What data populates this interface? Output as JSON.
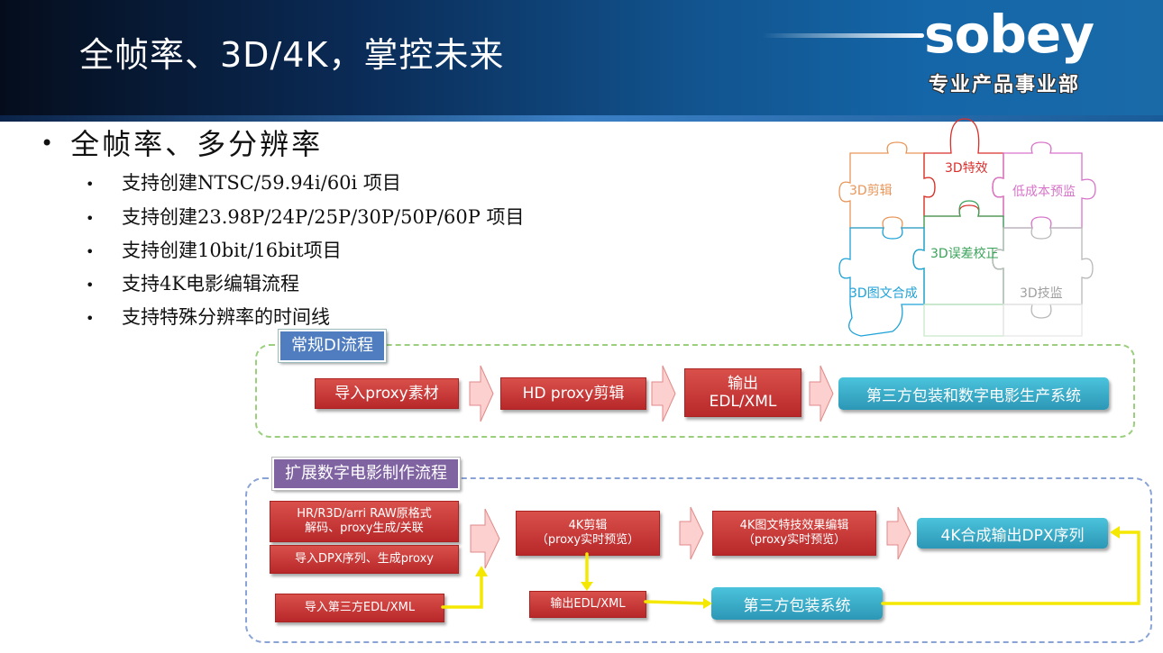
{
  "header": {
    "title": "全帧率、3D/4K，掌控未来",
    "logo": "sobey",
    "department": "专业产品事业部"
  },
  "bullets": {
    "main": "全帧率、多分辨率",
    "subs": [
      "支持创建NTSC/59.94i/60i 项目",
      "支持创建23.98P/24P/25P/30P/50P/60P 项目",
      "支持创建10bit/16bit项目",
      "支持4K电影编辑流程",
      "支持特殊分辨率的时间线"
    ]
  },
  "puzzle": {
    "pieces": [
      {
        "label": "3D特效",
        "color": "#d9302c"
      },
      {
        "label": "3D剪辑",
        "color": "#e8965a"
      },
      {
        "label": "低成本预监",
        "color": "#d773c9"
      },
      {
        "label": "3D误差校正",
        "color": "#3aa35a"
      },
      {
        "label": "3D图文合成",
        "color": "#1ea2d8"
      },
      {
        "label": "3D技监",
        "color": "#a0a0a0"
      }
    ]
  },
  "flow1": {
    "label": "常规DI流程",
    "steps": [
      "导入proxy素材",
      "HD proxy剪辑",
      "输出\nEDL/XML",
      "第三方包装和数字电影生产系统"
    ]
  },
  "flow2": {
    "label": "扩展数字电影制作流程",
    "import_raw_line1": "HR/R3D/arri RAW原格式",
    "import_raw_line2": "解码、proxy生成/关联",
    "import_dpx": "导入DPX序列、生成proxy",
    "import_edl": "导入第三方EDL/XML",
    "edit_4k_line1": "4K剪辑",
    "edit_4k_line2": "（proxy实时预览）",
    "fx_4k_line1": "4K图文特技效果编辑",
    "fx_4k_line2": "（proxy实时预览）",
    "output_dpx": "4K合成输出DPX序列",
    "output_edl": "输出EDL/XML",
    "third_party": "第三方包装系统"
  },
  "colors": {
    "red_box": "#c0312f",
    "blue_box": "#31a3c2",
    "yellow_line": "#f5e800"
  }
}
